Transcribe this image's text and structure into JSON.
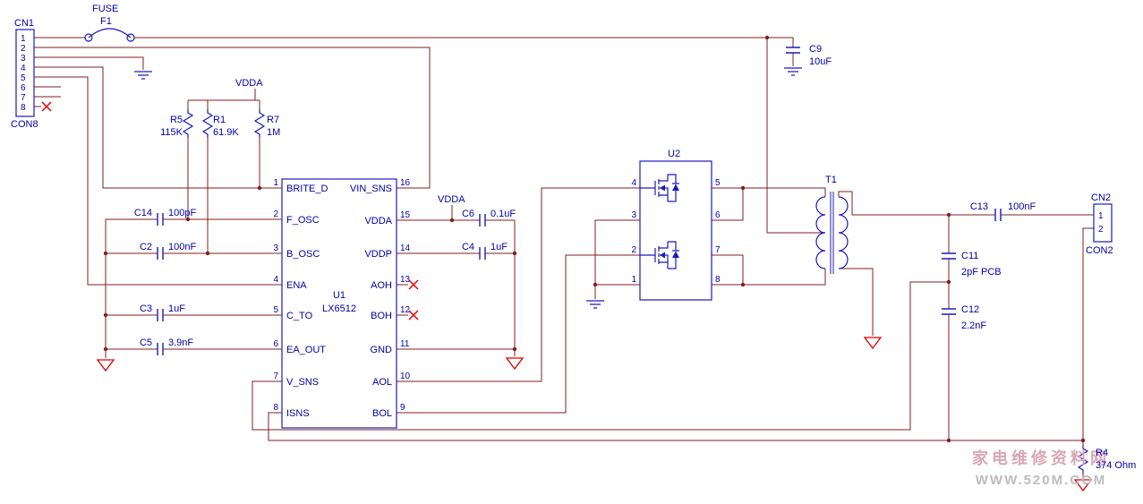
{
  "colors": {
    "wire": "#7f1f1f",
    "component": "#1a1abe",
    "text": "#0000a8",
    "no_connect": "#e00000",
    "ground_flag": "#e00000",
    "watermark_cn": "#d9a7b4",
    "watermark_url": "#bcbcbc"
  },
  "cn1": {
    "ref": "CN1",
    "footprint": "CON8",
    "pins": [
      "1",
      "2",
      "3",
      "4",
      "5",
      "6",
      "7",
      "8"
    ]
  },
  "fuse": {
    "label": "FUSE",
    "ref": "F1"
  },
  "c9": {
    "ref": "C9",
    "value": "10uF"
  },
  "power": {
    "vdda_left": "VDDA",
    "vdda_right": "VDDA"
  },
  "r5": {
    "ref": "R5",
    "value": "115K"
  },
  "r1": {
    "ref": "R1",
    "value": "61.9K"
  },
  "r7": {
    "ref": "R7",
    "value": "1M"
  },
  "c14": {
    "ref": "C14",
    "value": "100pF"
  },
  "c2": {
    "ref": "C2",
    "value": "100nF"
  },
  "c3": {
    "ref": "C3",
    "value": "1uF"
  },
  "c5": {
    "ref": "C5",
    "value": "3.9nF"
  },
  "u1": {
    "ref": "U1",
    "part": "LX6512",
    "left_pins": [
      {
        "num": "1",
        "name": "BRITE_D"
      },
      {
        "num": "2",
        "name": "F_OSC"
      },
      {
        "num": "3",
        "name": "B_OSC"
      },
      {
        "num": "4",
        "name": "ENA"
      },
      {
        "num": "5",
        "name": "C_TO"
      },
      {
        "num": "6",
        "name": "EA_OUT"
      },
      {
        "num": "7",
        "name": "V_SNS"
      },
      {
        "num": "8",
        "name": "ISNS"
      }
    ],
    "right_pins": [
      {
        "num": "16",
        "name": "VIN_SNS"
      },
      {
        "num": "15",
        "name": "VDDA"
      },
      {
        "num": "14",
        "name": "VDDP"
      },
      {
        "num": "13",
        "name": "AOH"
      },
      {
        "num": "12",
        "name": "BOH"
      },
      {
        "num": "11",
        "name": "GND"
      },
      {
        "num": "10",
        "name": "AOL"
      },
      {
        "num": "9",
        "name": "BOL"
      }
    ]
  },
  "c6": {
    "ref": "C6",
    "value": "0.1uF"
  },
  "c4": {
    "ref": "C4",
    "value": "1uF"
  },
  "u2": {
    "ref": "U2",
    "left_pins": [
      "4",
      "3",
      "2",
      "1"
    ],
    "right_pins": [
      "5",
      "6",
      "7",
      "8"
    ]
  },
  "t1": {
    "ref": "T1"
  },
  "c13": {
    "ref": "C13",
    "value": "100nF"
  },
  "cn2": {
    "ref": "CN2",
    "footprint": "CON2",
    "pins": [
      "1",
      "2"
    ]
  },
  "c11": {
    "ref": "C11",
    "value": "2pF PCB"
  },
  "c12": {
    "ref": "C12",
    "value": "2.2nF"
  },
  "r4": {
    "ref": "R4",
    "value": "374 Ohm"
  },
  "watermark": {
    "line1": "家电维修资料网",
    "line2": "WWW.520M.COM"
  }
}
